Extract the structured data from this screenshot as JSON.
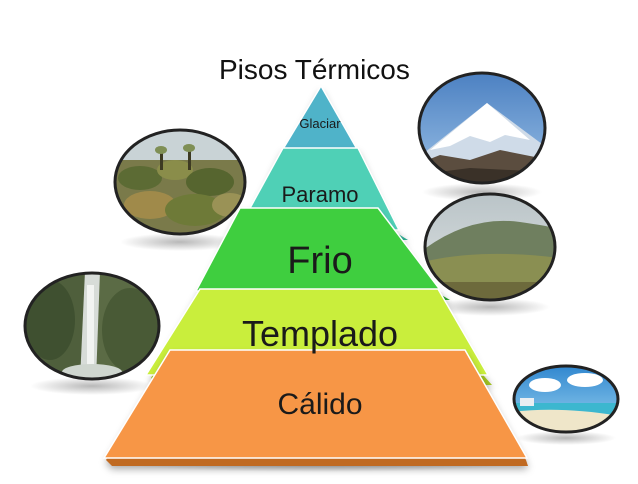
{
  "title": "Pisos  Térmicos",
  "levels": [
    {
      "label": "Glaciar",
      "color": "#4fb3c9"
    },
    {
      "label": "Paramo",
      "color": "#4fd0b6"
    },
    {
      "label": "Frio",
      "color": "#3fce3f"
    },
    {
      "label": "Templado",
      "color": "#c9ee3c"
    },
    {
      "label": "Cálido",
      "color": "#f79646"
    }
  ],
  "photos": [
    "snowy-volcano-photo",
    "paramo-vegetation-photo",
    "misty-hills-photo",
    "waterfall-forest-photo",
    "beach-photo"
  ]
}
